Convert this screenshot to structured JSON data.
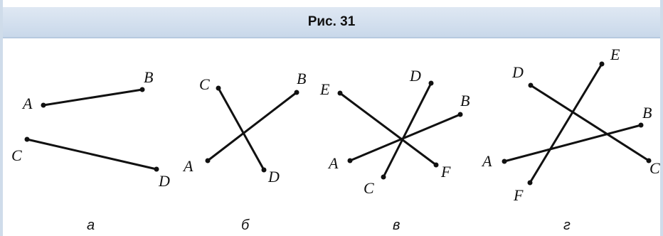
{
  "header": {
    "title": "Рис. 31"
  },
  "panels": [
    {
      "caption": "а",
      "points": {
        "A": "A",
        "B": "B",
        "C": "C",
        "D": "D"
      }
    },
    {
      "caption": "б",
      "points": {
        "A": "A",
        "B": "B",
        "C": "C",
        "D": "D"
      }
    },
    {
      "caption": "в",
      "points": {
        "A": "A",
        "B": "B",
        "C": "C",
        "D": "D",
        "E": "E",
        "F": "F"
      }
    },
    {
      "caption": "г",
      "points": {
        "A": "A",
        "B": "B",
        "C": "C",
        "D": "D",
        "E": "E",
        "F": "F"
      }
    }
  ]
}
